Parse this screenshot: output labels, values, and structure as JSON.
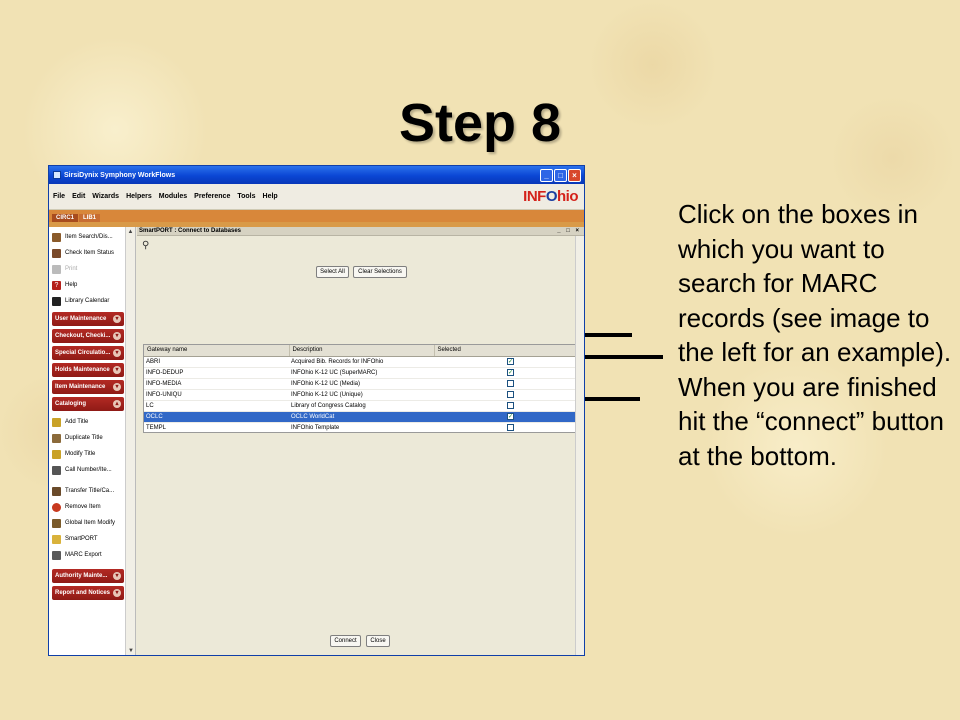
{
  "slide": {
    "title": "Step 8",
    "instructions": "Click on the boxes in which you want to search for MARC records (see image to the left for an example).  When you are finished hit the “connect” button at the bottom."
  },
  "window": {
    "title": "SirsiDynix Symphony WorkFlows",
    "controls": {
      "minimize": "_",
      "maximize": "□",
      "close": "×"
    }
  },
  "menu": [
    "File",
    "Edit",
    "Wizards",
    "Helpers",
    "Modules",
    "Preference",
    "Tools",
    "Help"
  ],
  "logo": {
    "part1": "INF",
    "part2": "O",
    "part3": "hio"
  },
  "tabs": [
    {
      "label": "CIRC1",
      "active": true
    },
    {
      "label": "LIB1",
      "active": false
    }
  ],
  "sidebar": {
    "top_items": [
      {
        "label": "Item Search/Dis...",
        "icon": "item-search-icon",
        "enabled": true
      },
      {
        "label": "Check Item Status",
        "icon": "check-status-icon",
        "enabled": true
      },
      {
        "label": "Print",
        "icon": "print-icon",
        "enabled": false
      },
      {
        "label": "Help",
        "icon": "help-icon",
        "enabled": true
      },
      {
        "label": "Library Calendar",
        "icon": "calendar-icon",
        "enabled": true
      }
    ],
    "groups": {
      "user_maintenance": "User Maintenance",
      "checkout": "Checkout, Checki...",
      "special_circulation": "Special Circulatio...",
      "holds_maintenance": "Holds Maintenance",
      "item_maintenance": "Item Maintenance",
      "cataloging": "Cataloging",
      "authority_maintenance": "Authority Mainte...",
      "report_and_notices": "Report and Notices"
    },
    "cataloging_items": [
      {
        "label": "Add Title",
        "icon": "add-title-icon"
      },
      {
        "label": "Duplicate Title",
        "icon": "duplicate-title-icon"
      },
      {
        "label": "Modify Title",
        "icon": "modify-title-icon"
      },
      {
        "label": "Call Number/Ite...",
        "icon": "call-number-icon"
      },
      {
        "label": "Transfer Title/Ca...",
        "icon": "transfer-title-icon"
      },
      {
        "label": "Remove Item",
        "icon": "remove-item-icon"
      },
      {
        "label": "Global Item Modify",
        "icon": "global-item-modify-icon"
      },
      {
        "label": "SmartPORT",
        "icon": "smartport-icon"
      },
      {
        "label": "MARC Export",
        "icon": "marc-export-icon"
      }
    ]
  },
  "panel": {
    "title": "SmartPORT : Connect to Databases",
    "select_all_label": "Select All",
    "clear_selections_label": "Clear Selections",
    "connect_label": "Connect",
    "close_label": "Close"
  },
  "table": {
    "headers": [
      "Gateway name",
      "Description",
      "Selected"
    ],
    "rows": [
      {
        "gateway": "ABRI",
        "description": "Acquired Bib. Records for INFOhio",
        "checked": true,
        "highlighted": false
      },
      {
        "gateway": "INFO-DEDUP",
        "description": "INFOhio K-12 UC (SuperMARC)",
        "checked": true,
        "highlighted": false
      },
      {
        "gateway": "INFO-MEDIA",
        "description": "INFOhio K-12 UC (Media)",
        "checked": false,
        "highlighted": false
      },
      {
        "gateway": "INFO-UNIQU",
        "description": "INFOhio K-12 UC (Unique)",
        "checked": false,
        "highlighted": false
      },
      {
        "gateway": "LC",
        "description": "Library of Congress Catalog",
        "checked": false,
        "highlighted": false
      },
      {
        "gateway": "OCLC",
        "description": "OCLC WorldCat",
        "checked": true,
        "highlighted": true
      },
      {
        "gateway": "TEMPL",
        "description": "INFOhio Template",
        "checked": false,
        "highlighted": false
      }
    ]
  },
  "colors": {
    "slide_background": "#f1e2b4",
    "titlebar_blue": "#0a46d4",
    "sidebar_header_red": "#8f1a16",
    "tab_orange": "#d8873a",
    "selection_blue": "#3168c7"
  }
}
